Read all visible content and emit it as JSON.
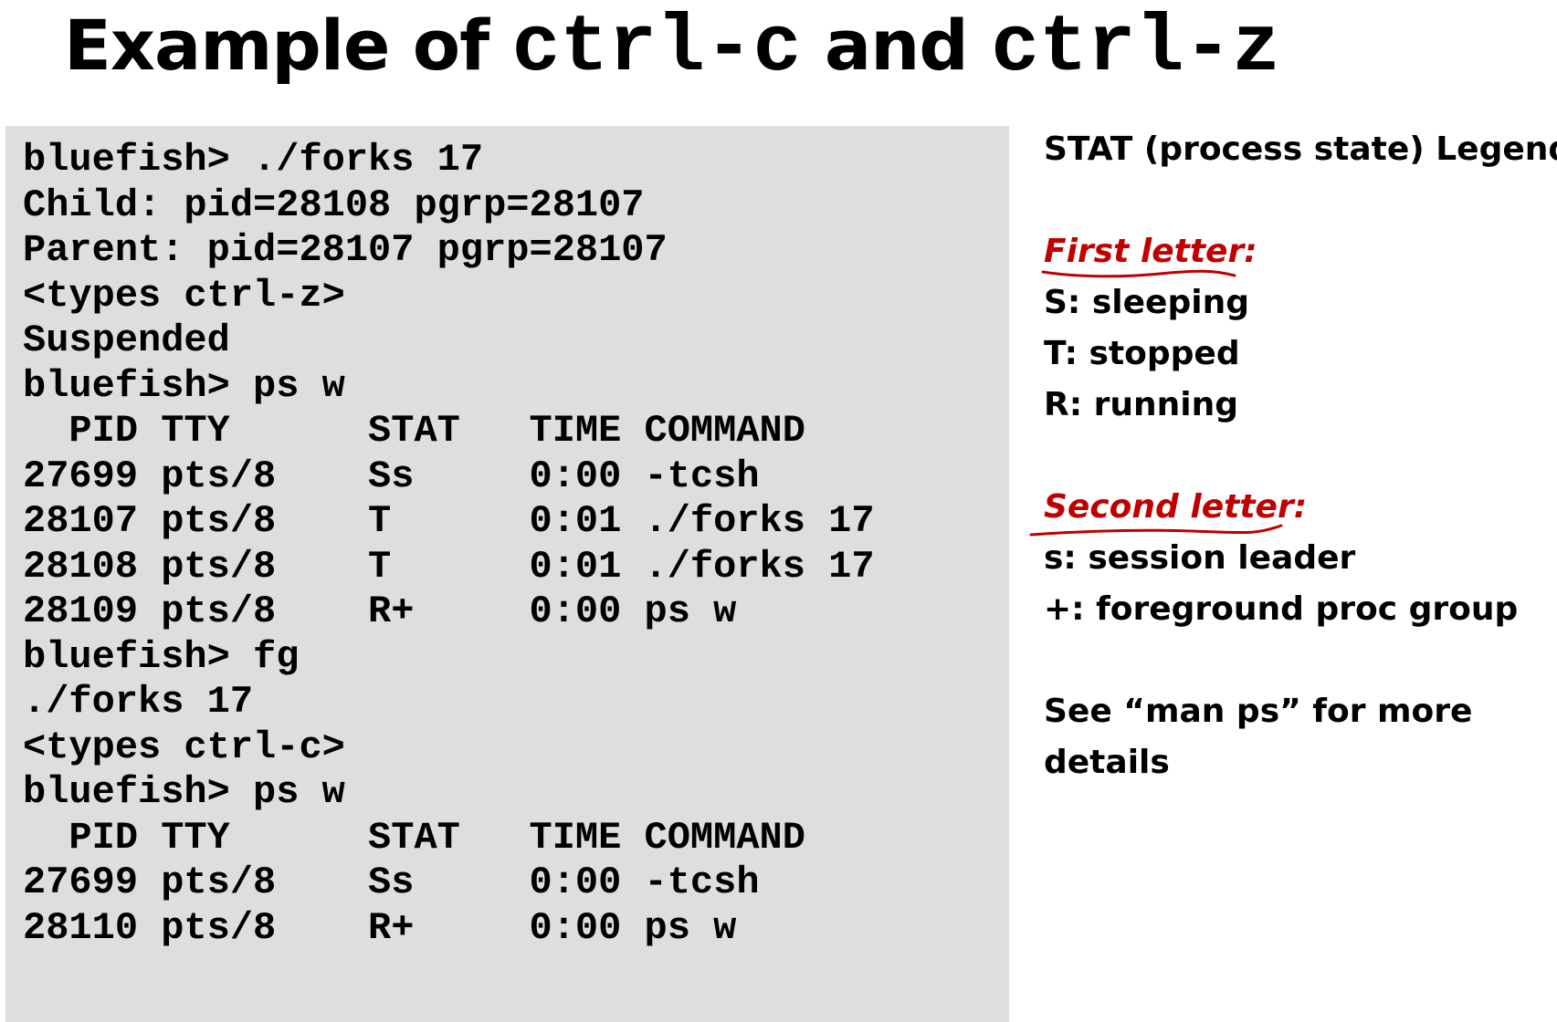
{
  "title": {
    "prefix": "Example of ",
    "code1": "ctrl-c",
    "middle": " and ",
    "code2": "ctrl-z"
  },
  "terminal": {
    "lines": [
      "bluefish> ./forks 17",
      "Child: pid=28108 pgrp=28107",
      "Parent: pid=28107 pgrp=28107",
      "<types ctrl-z>",
      "Suspended",
      "bluefish> ps w",
      "  PID TTY      STAT   TIME COMMAND",
      "27699 pts/8    Ss     0:00 -tcsh",
      "28107 pts/8    T      0:01 ./forks 17",
      "28108 pts/8    T      0:01 ./forks 17",
      "28109 pts/8    R+     0:00 ps w",
      "bluefish> fg",
      "./forks 17",
      "<types ctrl-c>",
      "bluefish> ps w",
      "  PID TTY      STAT   TIME COMMAND",
      "27699 pts/8    Ss     0:00 -tcsh",
      "28110 pts/8    R+     0:00 ps w"
    ]
  },
  "legend": {
    "header": "STAT (process state) Legend:",
    "first_heading": "First letter:",
    "first_items": [
      "S: sleeping",
      "T: stopped",
      "R: running"
    ],
    "second_heading": "Second letter:",
    "second_items": [
      "s: session leader",
      "+: foreground proc group"
    ],
    "note": "See “man ps” for more details"
  },
  "colors": {
    "terminal_bg": "#dedede",
    "heading_red": "#c00000"
  }
}
